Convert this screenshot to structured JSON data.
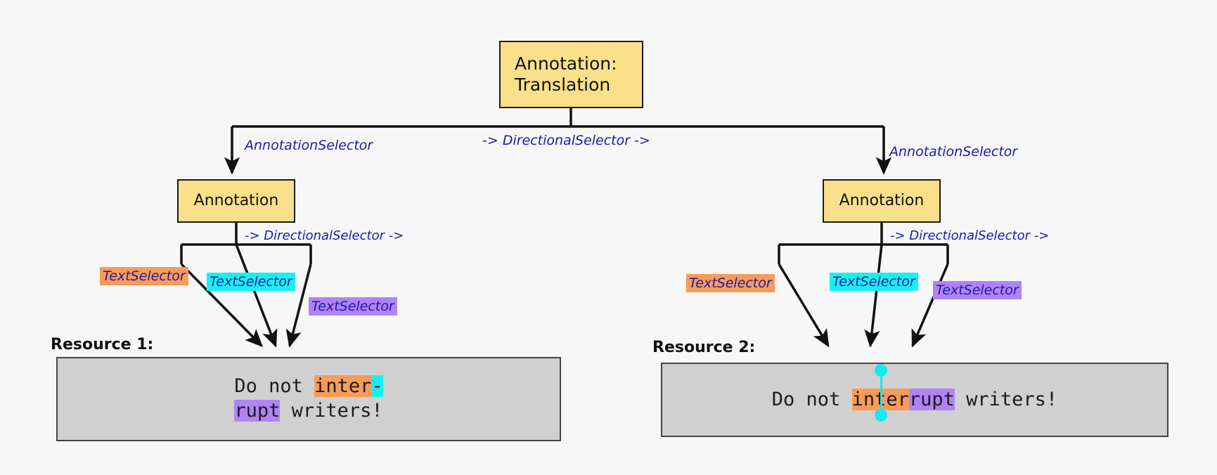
{
  "diagram": {
    "title_node": {
      "label": "Annotation:\nTranslation"
    },
    "annotation_left": {
      "label": "Annotation"
    },
    "annotation_right": {
      "label": "Annotation"
    },
    "edge_labels": {
      "annotation_selector_left": "AnnotationSelector",
      "directional_selector_top": "-> DirectionalSelector ->",
      "annotation_selector_right": "AnnotationSelector",
      "directional_selector_left": "-> DirectionalSelector ->",
      "directional_selector_right": "-> DirectionalSelector ->"
    },
    "selectors_left": [
      {
        "label": "TextSelector",
        "color_name": "orange",
        "color": "#F99B58"
      },
      {
        "label": "TextSelector",
        "color_name": "cyan",
        "color": "#18F0F0"
      },
      {
        "label": "TextSelector",
        "color_name": "purple",
        "color": "#B183F5"
      }
    ],
    "selectors_right": [
      {
        "label": "TextSelector",
        "color_name": "orange",
        "color": "#F99B58"
      },
      {
        "label": "TextSelector",
        "color_name": "cyan",
        "color": "#18F0F0"
      },
      {
        "label": "TextSelector",
        "color_name": "purple",
        "color": "#B183F5"
      }
    ],
    "resources": [
      {
        "caption": "Resource 1:",
        "line1_prefix": "Do not ",
        "line1_orange": "inter",
        "line1_cyan": "-",
        "line2_purple": "rupt",
        "line2_suffix": " writers!"
      },
      {
        "caption": "Resource 2:",
        "prefix": "Do not ",
        "orange": "inter",
        "purple": "rupt",
        "suffix": " writers!"
      }
    ],
    "palette": {
      "node_fill": "#FBE08B",
      "node_stroke": "#1a1a1a",
      "label_text": "#1a1aa8",
      "panel_fill": "#D0D0D0",
      "background": "#f7f7f7",
      "marker": "#18E8F0"
    }
  }
}
